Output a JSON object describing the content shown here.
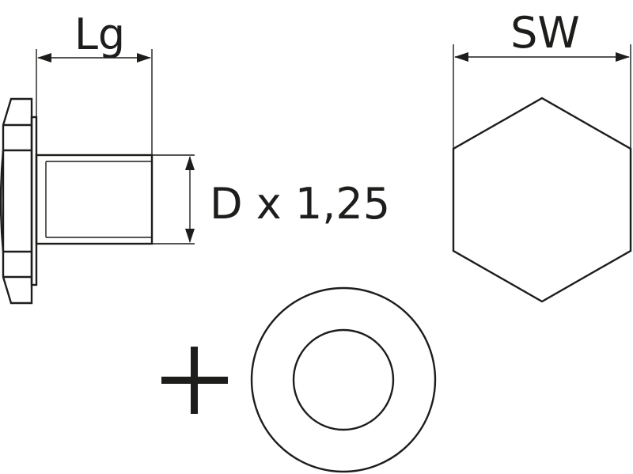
{
  "labels": {
    "thread_length": "Lg",
    "thread_spec": "D x 1,25",
    "wrench_size": "SW"
  },
  "symbols": {
    "plus": "+"
  },
  "colors": {
    "line": "#1d1d1b",
    "background": "#ffffff"
  }
}
